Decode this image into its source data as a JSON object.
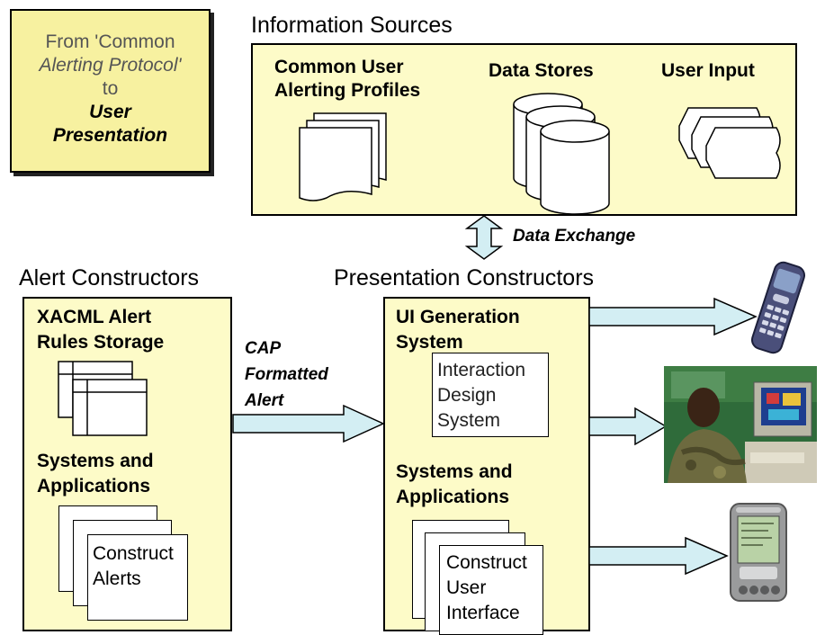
{
  "title_box": {
    "line1": "From 'Common",
    "line2": "Alerting Protocol'",
    "line3": "to",
    "line4": "User",
    "line5": "Presentation"
  },
  "information_sources": {
    "heading": "Information Sources",
    "profiles_line1": "Common User",
    "profiles_line2": "Alerting Profiles",
    "data_stores": "Data Stores",
    "user_input": "User Input"
  },
  "data_exchange": {
    "label": "Data Exchange"
  },
  "alert_constructors": {
    "heading": "Alert Constructors",
    "rules_line1": "XACML Alert",
    "rules_line2": "Rules Storage",
    "systems_line1": "Systems and",
    "systems_line2": "Applications",
    "construct_line1": "Construct",
    "construct_line2": "Alerts"
  },
  "cap_alert": {
    "line1": "CAP",
    "line2": "Formatted",
    "line3": "Alert"
  },
  "presentation_constructors": {
    "heading": "Presentation Constructors",
    "ui_line1": "UI Generation",
    "ui_line2": "System",
    "interaction_line1": "Interaction",
    "interaction_line2": "Design",
    "interaction_line3": "System",
    "systems_line1": "Systems and",
    "systems_line2": "Applications",
    "construct_line1": "Construct",
    "construct_line2": "User",
    "construct_line3": "Interface"
  },
  "devices": [
    "mobile-phone",
    "desktop-computer-user",
    "pda"
  ],
  "colors": {
    "panel_fill": "#fdfbc8",
    "title_box_fill": "#f7f1a0",
    "arrow_fill": "#d3eef3",
    "outline": "#000000"
  }
}
